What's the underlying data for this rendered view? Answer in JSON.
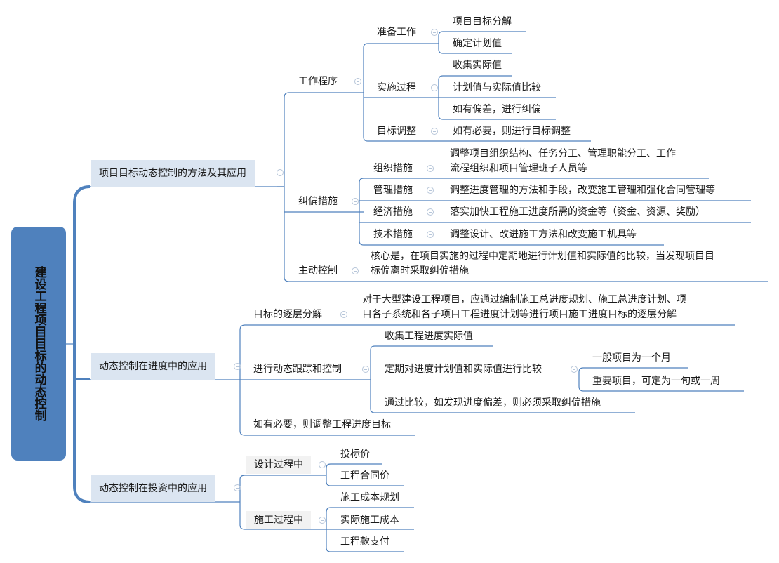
{
  "root": {
    "title": "建设工程项目目标的动态控制"
  },
  "colors": {
    "root_fill": "#4f81bd",
    "l1_fill": "#dbe5f1",
    "l2_fill": "#f2f2f2",
    "line": "#4f81bd"
  },
  "branches": [
    {
      "label": "项目目标动态控制的方法及其应用",
      "children": [
        {
          "label": "工作程序",
          "children": [
            {
              "label": "准备工作",
              "children": [
                "项目目标分解",
                "确定计划值"
              ]
            },
            {
              "label": "实施过程",
              "children": [
                "收集实际值",
                "计划值与实际值比较",
                "如有偏差，进行纠偏"
              ]
            },
            {
              "label": "目标调整",
              "children": [
                "如有必要，则进行目标调整"
              ]
            }
          ]
        },
        {
          "label": "纠偏措施",
          "children": [
            {
              "label": "组织措施",
              "children": [
                "调整项目组织结构、任务分工、管理职能分工、工作",
                "流程组织和项目管理班子人员等"
              ]
            },
            {
              "label": "管理措施",
              "children": [
                "调整进度管理的方法和手段，改变施工管理和强化合同管理等"
              ]
            },
            {
              "label": "经济措施",
              "children": [
                "落实加快工程施工进度所需的资金等（资金、资源、奖励）"
              ]
            },
            {
              "label": "技术措施",
              "children": [
                "调整设计、改进施工方法和改变施工机具等"
              ]
            }
          ]
        },
        {
          "label": "主动控制",
          "children": [
            "核心是，在项目实施的过程中定期地进行计划值和实际值的比较，当发现项目目",
            "标偏离时采取纠偏措施"
          ]
        }
      ]
    },
    {
      "label": "动态控制在进度中的应用",
      "children": [
        {
          "label": "目标的逐层分解",
          "children": [
            "对于大型建设工程项目，应通过编制施工总进度规划、施工总进度计划、项",
            "目各子系统和各子项目工程进度计划等进行项目施工进度目标的逐层分解"
          ]
        },
        {
          "label": "进行动态跟踪和控制",
          "children": [
            {
              "label": "收集工程进度实际值"
            },
            {
              "label": "定期对进度计划值和实际值进行比较",
              "children": [
                "一般项目为一个月",
                "重要项目，可定为一旬或一周"
              ]
            },
            {
              "label": "通过比较，如发现进度偏差，则必须采取纠偏措施"
            }
          ]
        },
        {
          "label": "如有必要，则调整工程进度目标"
        }
      ]
    },
    {
      "label": "动态控制在投资中的应用",
      "children": [
        {
          "label": "设计过程中",
          "children": [
            "投标价",
            "工程合同价"
          ]
        },
        {
          "label": "施工过程中",
          "children": [
            "施工成本规划",
            "实际施工成本",
            "工程款支付"
          ]
        }
      ]
    }
  ]
}
